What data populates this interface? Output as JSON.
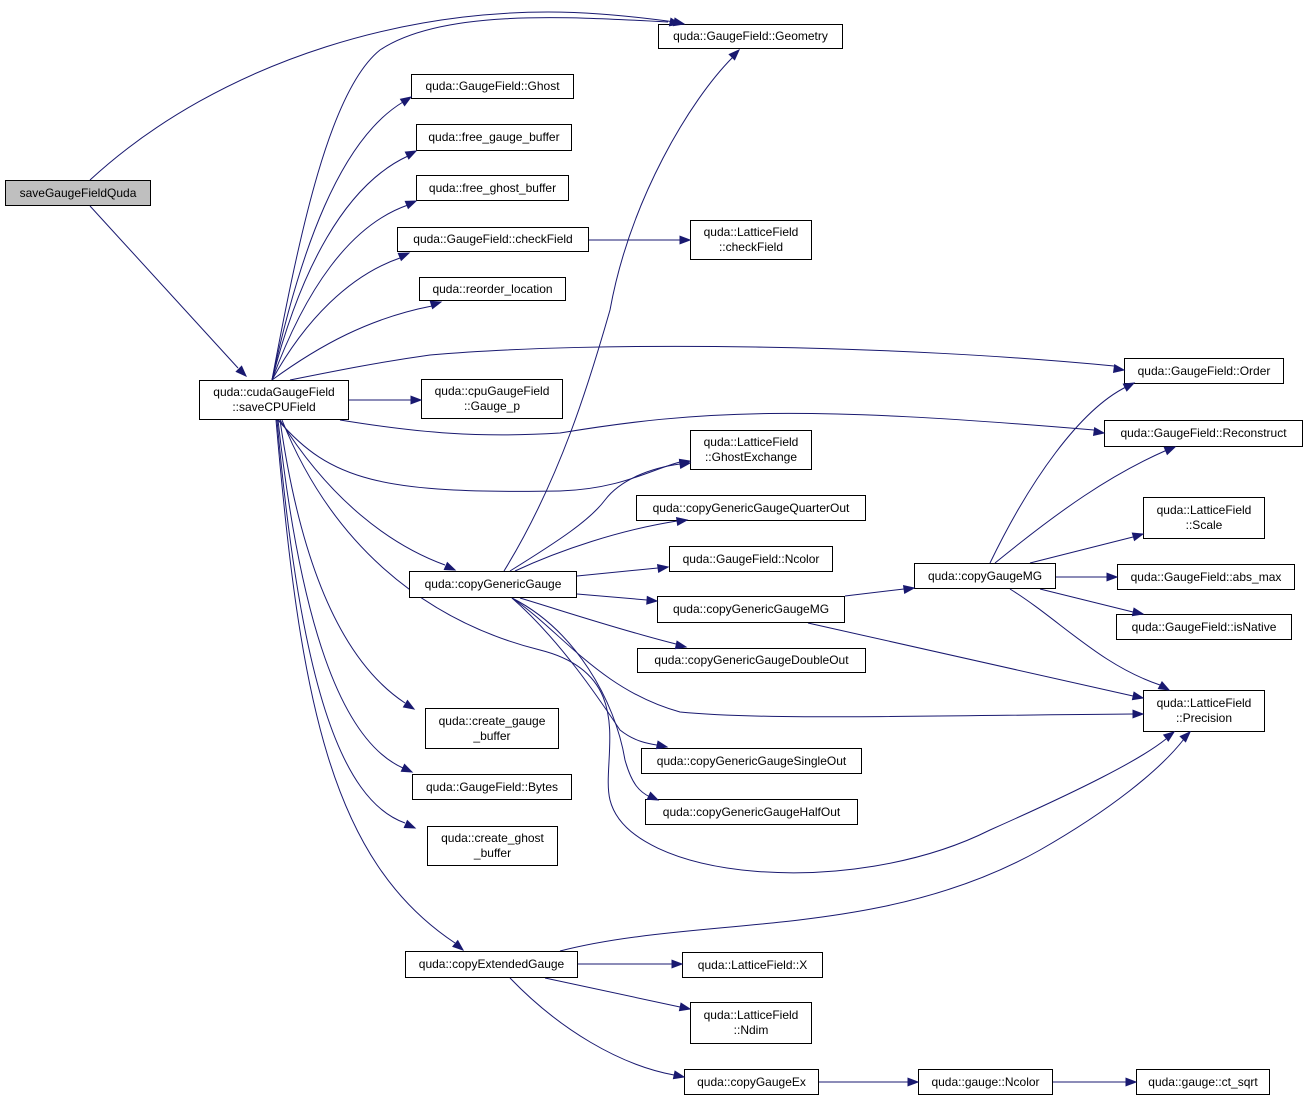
{
  "diagram": {
    "type": "call-graph",
    "edge_color": "#191970",
    "root_fill": "#bfbfbf",
    "nodes": [
      {
        "id": "save",
        "label": "saveGaugeFieldQuda",
        "root": true
      },
      {
        "id": "saveCPU",
        "label": "quda::cudaGaugeField\n::saveCPUField"
      },
      {
        "id": "geometry",
        "label": "quda::GaugeField::Geometry"
      },
      {
        "id": "ghost",
        "label": "quda::GaugeField::Ghost"
      },
      {
        "id": "freeGaugeBuf",
        "label": "quda::free_gauge_buffer"
      },
      {
        "id": "freeGhostBuf",
        "label": "quda::free_ghost_buffer"
      },
      {
        "id": "gfCheckField",
        "label": "quda::GaugeField::checkField"
      },
      {
        "id": "lfCheckField",
        "label": "quda::LatticeField\n::checkField"
      },
      {
        "id": "reorder",
        "label": "quda::reorder_location"
      },
      {
        "id": "order",
        "label": "quda::GaugeField::Order"
      },
      {
        "id": "gaugeP",
        "label": "quda::cpuGaugeField\n::Gauge_p"
      },
      {
        "id": "reconstruct",
        "label": "quda::GaugeField::Reconstruct"
      },
      {
        "id": "ghostExch",
        "label": "quda::LatticeField\n::GhostExchange"
      },
      {
        "id": "quarterOut",
        "label": "quda::copyGenericGaugeQuarterOut"
      },
      {
        "id": "scale",
        "label": "quda::LatticeField\n::Scale"
      },
      {
        "id": "ncolor",
        "label": "quda::GaugeField::Ncolor"
      },
      {
        "id": "copyGeneric",
        "label": "quda::copyGenericGauge"
      },
      {
        "id": "copyGaugeMG",
        "label": "quda::copyGaugeMG"
      },
      {
        "id": "absMax",
        "label": "quda::GaugeField::abs_max"
      },
      {
        "id": "genericMG",
        "label": "quda::copyGenericGaugeMG"
      },
      {
        "id": "isNative",
        "label": "quda::GaugeField::isNative"
      },
      {
        "id": "doubleOut",
        "label": "quda::copyGenericGaugeDoubleOut"
      },
      {
        "id": "precision",
        "label": "quda::LatticeField\n::Precision"
      },
      {
        "id": "createGauge",
        "label": "quda::create_gauge\n_buffer"
      },
      {
        "id": "singleOut",
        "label": "quda::copyGenericGaugeSingleOut"
      },
      {
        "id": "bytes",
        "label": "quda::GaugeField::Bytes"
      },
      {
        "id": "halfOut",
        "label": "quda::copyGenericGaugeHalfOut"
      },
      {
        "id": "createGhost",
        "label": "quda::create_ghost\n_buffer"
      },
      {
        "id": "copyExt",
        "label": "quda::copyExtendedGauge"
      },
      {
        "id": "lfX",
        "label": "quda::LatticeField::X"
      },
      {
        "id": "ndim",
        "label": "quda::LatticeField\n::Ndim"
      },
      {
        "id": "copyGaugeEx",
        "label": "quda::copyGaugeEx"
      },
      {
        "id": "gaugeNcolor",
        "label": "quda::gauge::Ncolor"
      },
      {
        "id": "ctSqrt",
        "label": "quda::gauge::ct_sqrt"
      }
    ],
    "edges": [
      [
        "save",
        "geometry"
      ],
      [
        "save",
        "saveCPU"
      ],
      [
        "saveCPU",
        "geometry"
      ],
      [
        "saveCPU",
        "ghost"
      ],
      [
        "saveCPU",
        "freeGaugeBuf"
      ],
      [
        "saveCPU",
        "freeGhostBuf"
      ],
      [
        "saveCPU",
        "gfCheckField"
      ],
      [
        "saveCPU",
        "reorder"
      ],
      [
        "saveCPU",
        "order"
      ],
      [
        "saveCPU",
        "gaugeP"
      ],
      [
        "saveCPU",
        "reconstruct"
      ],
      [
        "saveCPU",
        "ghostExch"
      ],
      [
        "saveCPU",
        "copyGeneric"
      ],
      [
        "saveCPU",
        "precision"
      ],
      [
        "saveCPU",
        "createGauge"
      ],
      [
        "saveCPU",
        "bytes"
      ],
      [
        "saveCPU",
        "createGhost"
      ],
      [
        "saveCPU",
        "copyExt"
      ],
      [
        "gfCheckField",
        "lfCheckField"
      ],
      [
        "copyGeneric",
        "geometry"
      ],
      [
        "copyGeneric",
        "ghostExch"
      ],
      [
        "copyGeneric",
        "quarterOut"
      ],
      [
        "copyGeneric",
        "ncolor"
      ],
      [
        "copyGeneric",
        "genericMG"
      ],
      [
        "copyGeneric",
        "doubleOut"
      ],
      [
        "copyGeneric",
        "precision"
      ],
      [
        "copyGeneric",
        "singleOut"
      ],
      [
        "copyGeneric",
        "halfOut"
      ],
      [
        "genericMG",
        "copyGaugeMG"
      ],
      [
        "genericMG",
        "precision"
      ],
      [
        "copyGaugeMG",
        "order"
      ],
      [
        "copyGaugeMG",
        "reconstruct"
      ],
      [
        "copyGaugeMG",
        "scale"
      ],
      [
        "copyGaugeMG",
        "absMax"
      ],
      [
        "copyGaugeMG",
        "isNative"
      ],
      [
        "copyGaugeMG",
        "precision"
      ],
      [
        "copyExt",
        "precision"
      ],
      [
        "copyExt",
        "lfX"
      ],
      [
        "copyExt",
        "ndim"
      ],
      [
        "copyExt",
        "copyGaugeEx"
      ],
      [
        "copyGaugeEx",
        "gaugeNcolor"
      ],
      [
        "gaugeNcolor",
        "ctSqrt"
      ]
    ]
  }
}
